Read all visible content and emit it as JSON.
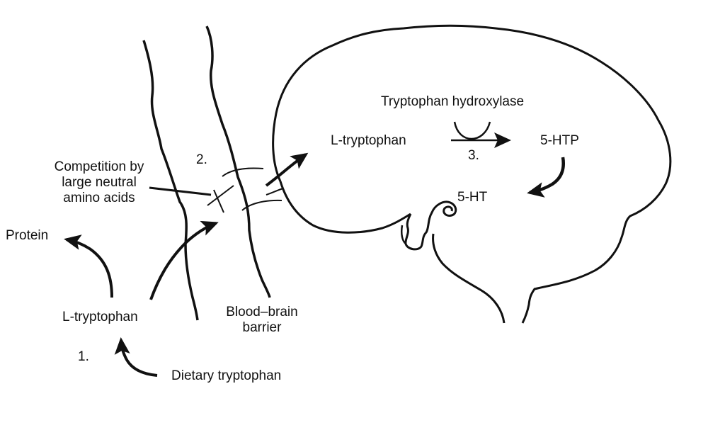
{
  "labels": {
    "tryptophan_hydroxylase": "Tryptophan hydroxylase",
    "l_tryptophan_brain": "L-tryptophan",
    "five_htp": "5-HTP",
    "step3": "3.",
    "five_ht": "5-HT",
    "step2": "2.",
    "competition_line1": "Competition by",
    "competition_line2": "large neutral",
    "competition_line3": "amino acids",
    "protein": "Protein",
    "l_tryptophan_blood": "L-tryptophan",
    "step1": "1.",
    "dietary_tryptophan": "Dietary tryptophan",
    "bbb_line1": "Blood–brain",
    "bbb_line2": "barrier"
  }
}
